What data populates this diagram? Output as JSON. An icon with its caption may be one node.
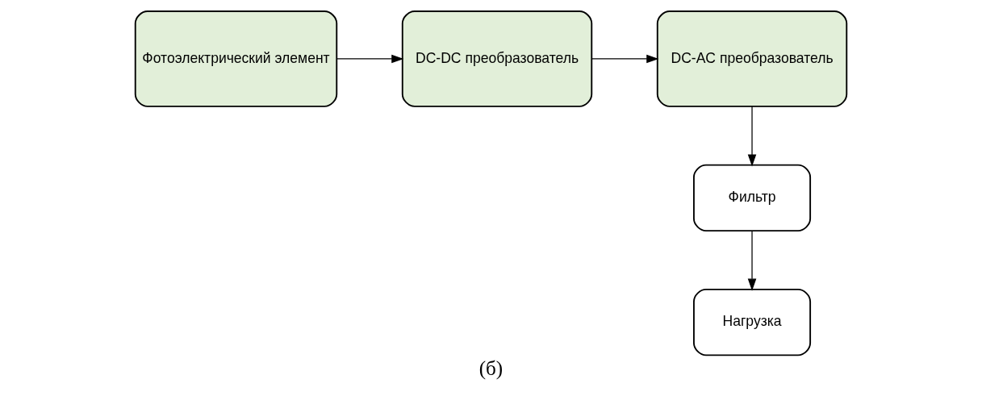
{
  "diagram": {
    "caption": "(б)",
    "nodes": [
      {
        "text": [
          "Фотоэлектрический элемент"
        ]
      },
      {
        "text": [
          "DC-DC преобразователь"
        ]
      },
      {
        "text": [
          "DC-AC преобразователь"
        ]
      },
      {
        "text": [
          "Фильтр"
        ]
      },
      {
        "text": [
          "Нагрузка"
        ]
      }
    ],
    "edges": [
      {
        "from": 0,
        "to": 1,
        "arrow": "to"
      },
      {
        "from": 1,
        "to": 2,
        "arrow": "to"
      },
      {
        "from": 2,
        "to": 3,
        "arrow": "to"
      },
      {
        "from": 3,
        "to": 4,
        "arrow": "to"
      }
    ]
  }
}
